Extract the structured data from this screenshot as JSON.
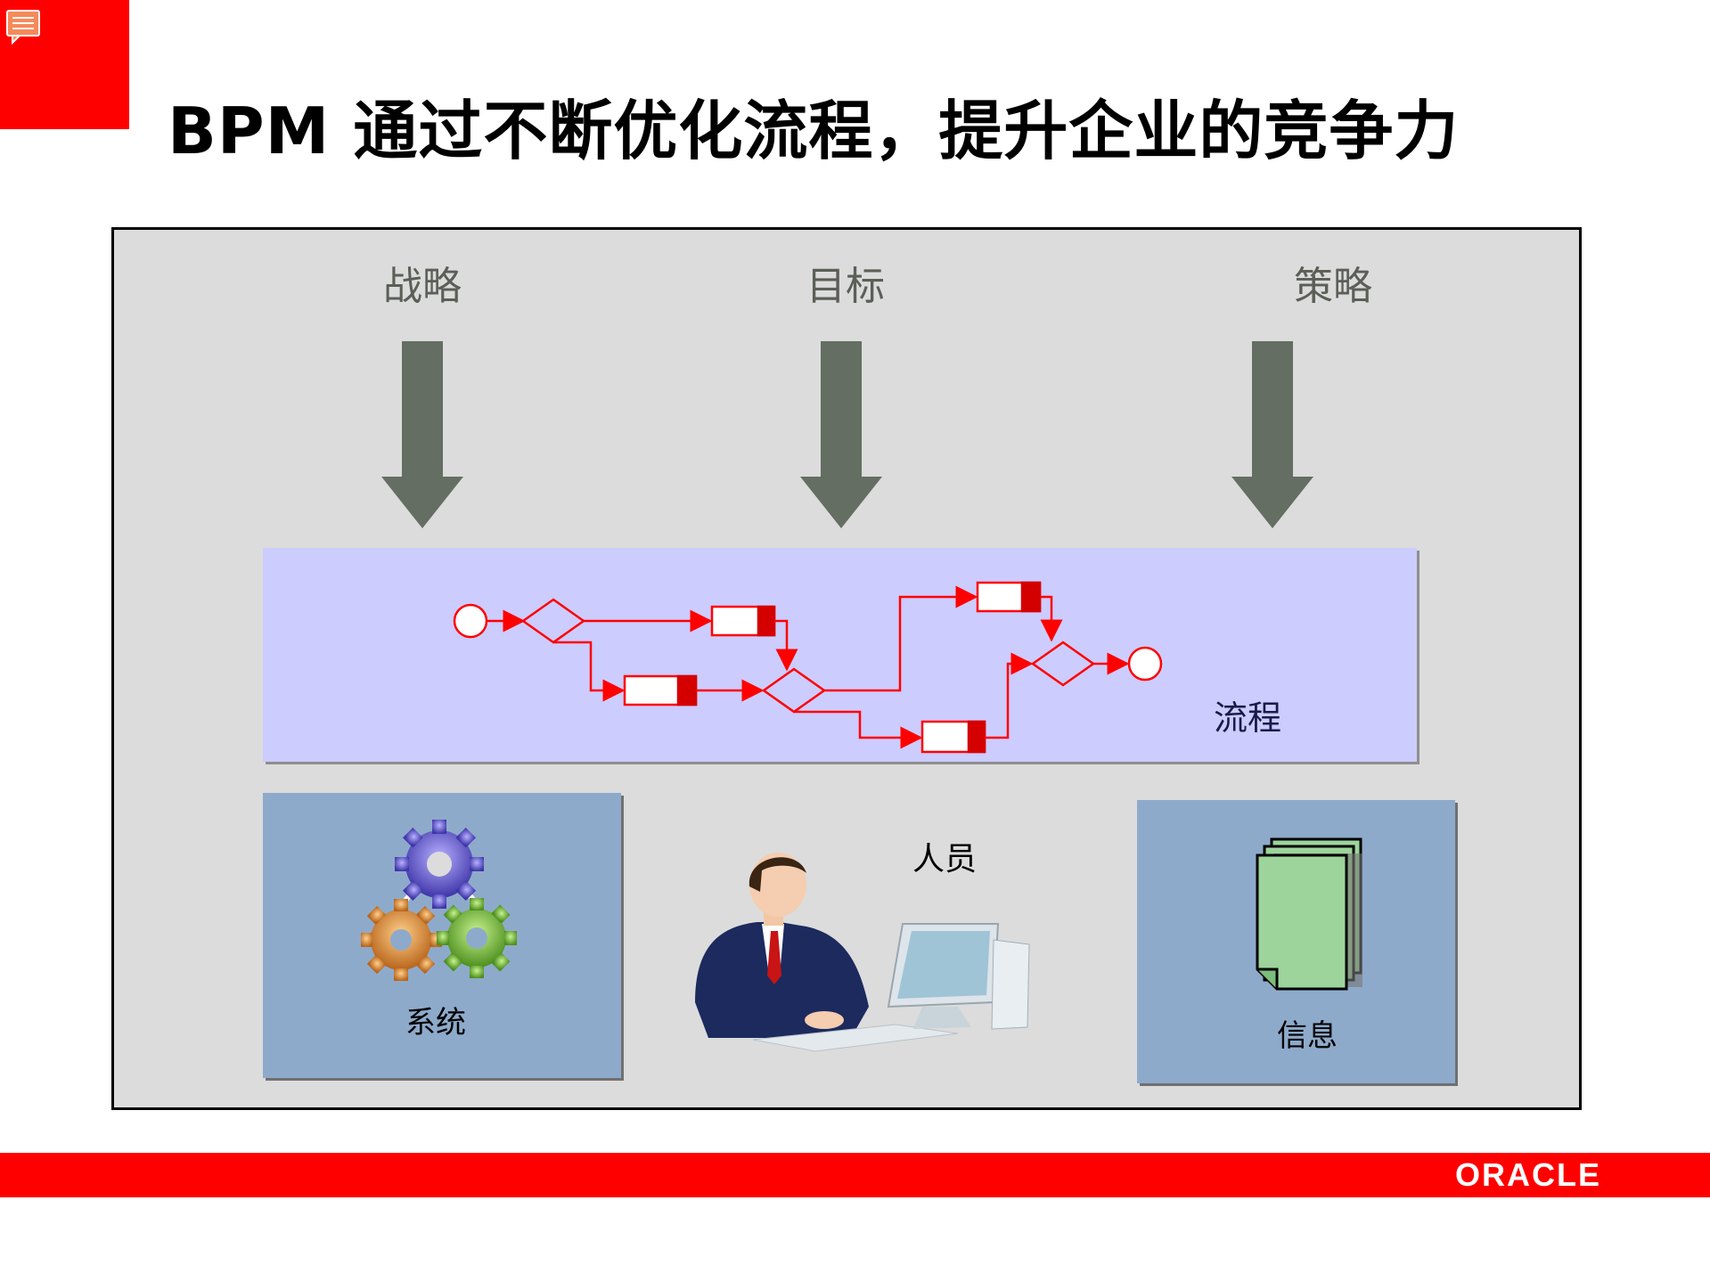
{
  "title": "BPM 通过不断优化流程，提升企业的竞争力",
  "drivers": {
    "strategy": "战略",
    "goal": "目标",
    "tactics": "策略"
  },
  "process_label": "流程",
  "system_label": "系统",
  "people_label": "人员",
  "info_label": "信息",
  "brand": "ORACLE",
  "colors": {
    "accent": "#ff0000",
    "frame_bg": "#dcdcdc",
    "process_bg": "#ccccff",
    "panel_bg": "#8eaacb",
    "arrow": "#646e62"
  }
}
